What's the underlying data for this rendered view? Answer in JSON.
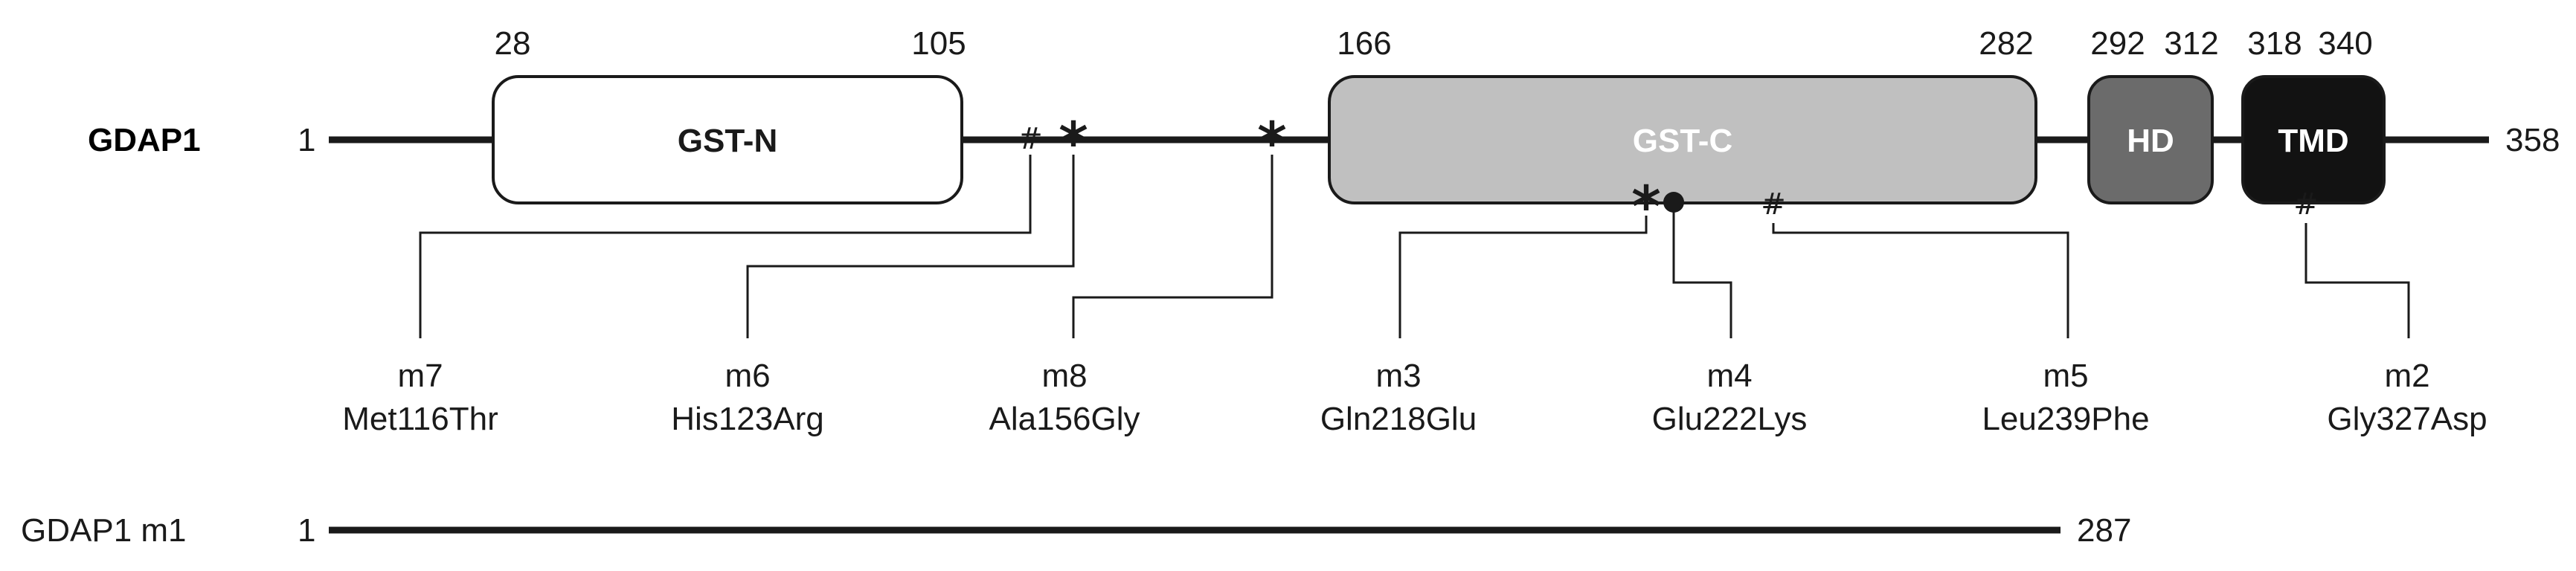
{
  "protein": {
    "name": "GDAP1",
    "start": "1",
    "end": "358"
  },
  "domains": [
    {
      "id": "gst-n",
      "label": "GST-N",
      "start": "28",
      "end": "105",
      "fill": "#ffffff",
      "text_color": "#1a1a1a"
    },
    {
      "id": "gst-c",
      "label": "GST-C",
      "start": "166",
      "end": "282",
      "fill": "#c0c0c0",
      "text_color": "#ffffff"
    },
    {
      "id": "hd",
      "label": "HD",
      "start": "292",
      "end": "312",
      "fill": "#6b6b6b",
      "text_color": "#ffffff"
    },
    {
      "id": "tmd",
      "label": "TMD",
      "start": "318",
      "end": "340",
      "fill": "#121212",
      "text_color": "#ffffff"
    }
  ],
  "markers": {
    "hash": "#",
    "star": "*"
  },
  "mutations": [
    {
      "id": "m7",
      "name": "m7",
      "change": "Met116Thr",
      "marker": "#"
    },
    {
      "id": "m6",
      "name": "m6",
      "change": "His123Arg",
      "marker": "*"
    },
    {
      "id": "m8",
      "name": "m8",
      "change": "Ala156Gly",
      "marker": "*"
    },
    {
      "id": "m3",
      "name": "m3",
      "change": "Gln218Glu",
      "marker": "*"
    },
    {
      "id": "m4",
      "name": "m4",
      "change": "Glu222Lys",
      "marker": "dot"
    },
    {
      "id": "m5",
      "name": "m5",
      "change": "Leu239Phe",
      "marker": "#"
    },
    {
      "id": "m2",
      "name": "m2",
      "change": "Gly327Asp",
      "marker": "#"
    }
  ],
  "truncated": {
    "name": "GDAP1 m1",
    "start": "1",
    "end": "287"
  },
  "colors": {
    "line": "#1a1a1a",
    "outline": "#1a1a1a"
  }
}
